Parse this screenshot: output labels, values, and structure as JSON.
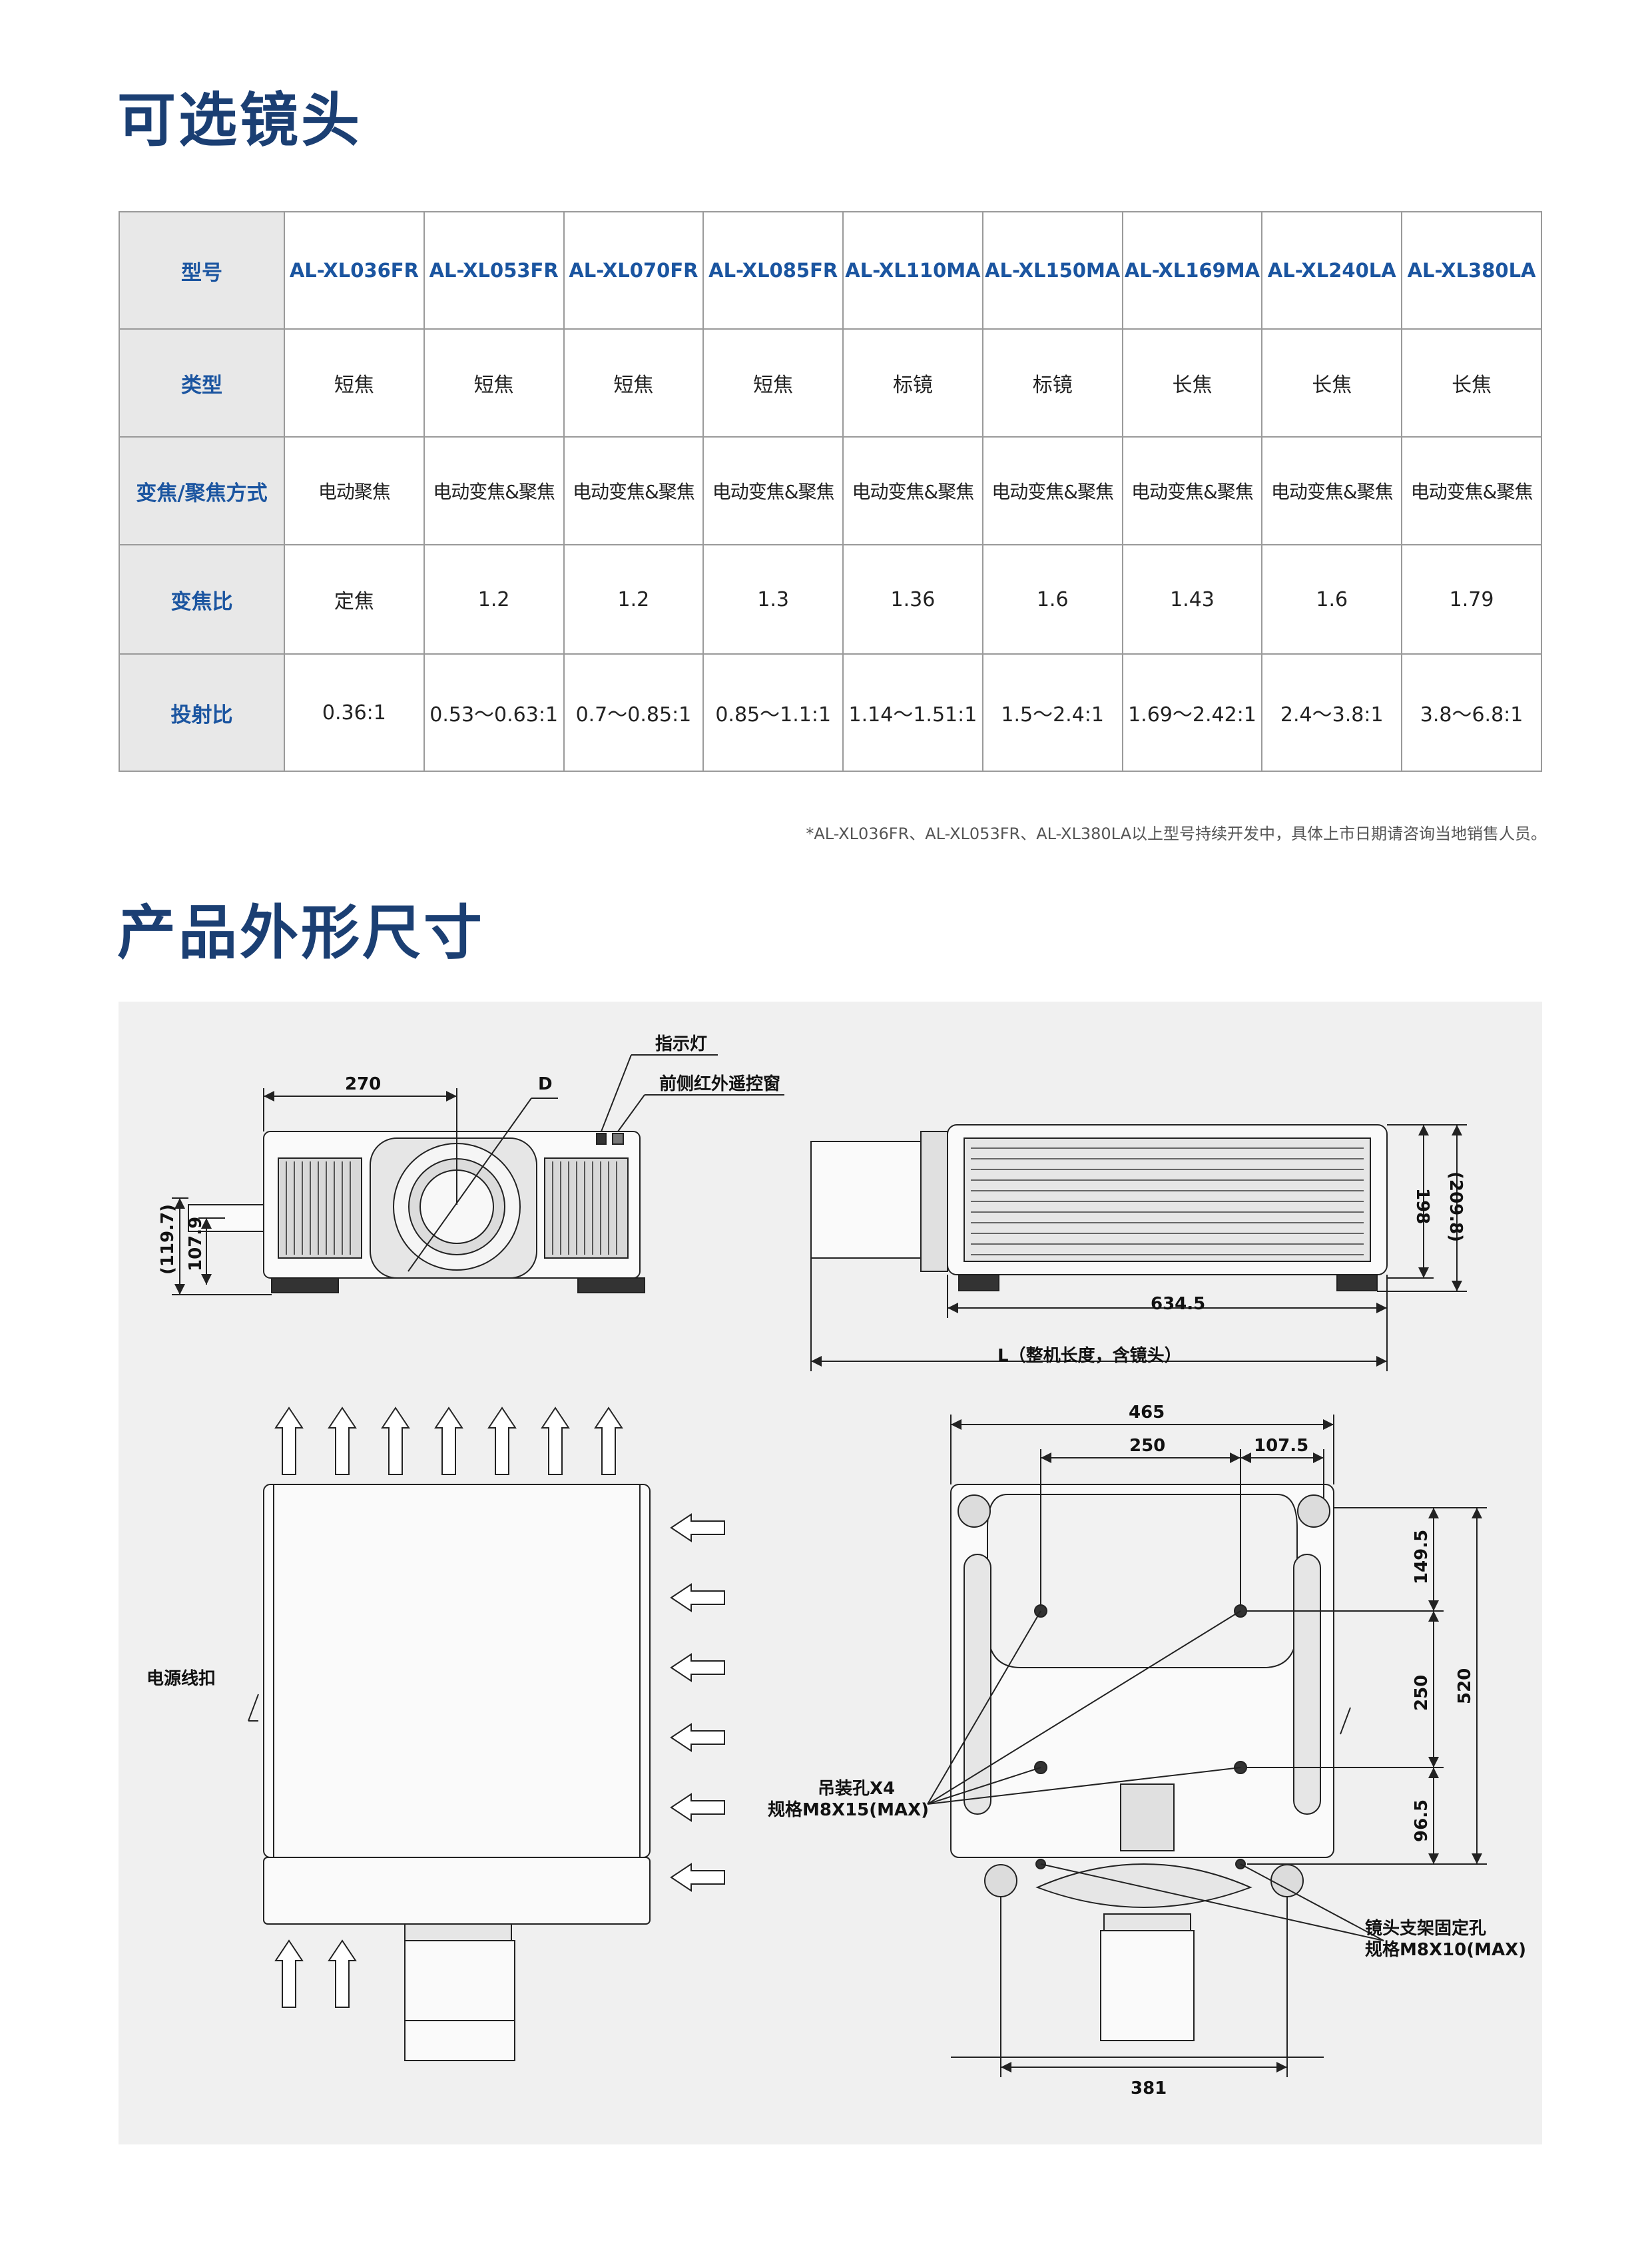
{
  "section1": {
    "title": "可选镜头"
  },
  "table": {
    "header_label": "型号",
    "models": [
      "AL-XL036FR",
      "AL-XL053FR",
      "AL-XL070FR",
      "AL-XL085FR",
      "AL-XL110MA",
      "AL-XL150MA",
      "AL-XL169MA",
      "AL-XL240LA",
      "AL-XL380LA"
    ],
    "rows": [
      {
        "label": "类型",
        "values": [
          "短焦",
          "短焦",
          "短焦",
          "短焦",
          "标镜",
          "标镜",
          "长焦",
          "长焦",
          "长焦"
        ]
      },
      {
        "label": "变焦/聚焦方式",
        "values": [
          "电动聚焦",
          "电动变焦&聚焦",
          "电动变焦&聚焦",
          "电动变焦&聚焦",
          "电动变焦&聚焦",
          "电动变焦&聚焦",
          "电动变焦&聚焦",
          "电动变焦&聚焦",
          "电动变焦&聚焦"
        ]
      },
      {
        "label": "变焦比",
        "values": [
          "定焦",
          "1.2",
          "1.2",
          "1.3",
          "1.36",
          "1.6",
          "1.43",
          "1.6",
          "1.79"
        ]
      },
      {
        "label": "投射比",
        "values": [
          "0.36:1",
          "0.53～0.63:1",
          "0.7～0.85:1",
          "0.85～1.1:1",
          "1.14～1.51:1",
          "1.5～2.4:1",
          "1.69～2.42:1",
          "2.4～3.8:1",
          "3.8～6.8:1"
        ]
      }
    ]
  },
  "note": "*AL-XL036FR、AL-XL053FR、AL-XL380LA以上型号持续开发中，具体上市日期请咨询当地销售人员。",
  "section2": {
    "title": "产品外形尺寸"
  },
  "drawing": {
    "front": {
      "width_270": "270",
      "d": "D",
      "indicator": "指示灯",
      "ir_window": "前侧红外遥控窗",
      "h_119_7": "(119.7)",
      "h_107_9": "107.9"
    },
    "side": {
      "h_198": "198",
      "h_209_8": "(209.8)",
      "len_634_5": "634.5",
      "len_total": "L（整机长度，含镜头）"
    },
    "top": {
      "cable_clamp": "电源线扣"
    },
    "bottom": {
      "w_465": "465",
      "w_250": "250",
      "w_107_5": "107.5",
      "d_149_5": "149.5",
      "d_250": "250",
      "d_96_5": "96.5",
      "d_520": "520",
      "w_381": "381",
      "mount_holes_1": "吊装孔X4",
      "mount_holes_2": "规格M8X15(MAX)",
      "lens_holes_1": "镜头支架固定孔",
      "lens_holes_2": "规格M8X10(MAX)"
    }
  }
}
